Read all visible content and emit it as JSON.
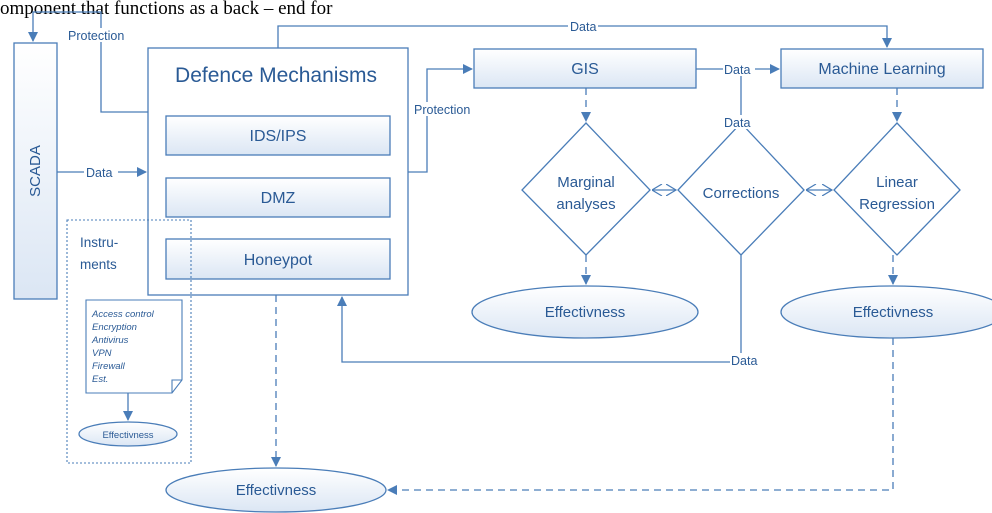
{
  "top_text": "omponent that functions as a back – end for",
  "scada": "SCADA",
  "defence_title": "Defence Mechanisms",
  "ids_ips": "IDS/IPS",
  "dmz": "DMZ",
  "honeypot": "Honeypot",
  "gis": "GIS",
  "machine_learning": "Machine Learning",
  "marginal": [
    "Marginal",
    "analyses"
  ],
  "corrections": "Corrections",
  "linear": [
    "Linear",
    "Regression"
  ],
  "effectiveness_left": "Effectivness",
  "effectiveness_right": "Effectivness",
  "effectiveness_bottom": "Effectivness",
  "effectiveness_small": "Effectivness",
  "instruments_label": [
    "Instru-",
    "ments"
  ],
  "instruments_list": [
    "Access control",
    "Encryption",
    "Antivirus",
    "VPN",
    "Firewall",
    "Est."
  ],
  "edge_labels": {
    "protection_top": "Protection",
    "protection_right": "Protection",
    "data_scada": "Data",
    "data_top": "Data",
    "data_gis_ml": "Data",
    "data_corr": "Data",
    "data_bottom": "Data"
  },
  "colors": {
    "stroke": "#4a7db8",
    "fill": "#dde8f5",
    "text": "#2a5a95"
  }
}
